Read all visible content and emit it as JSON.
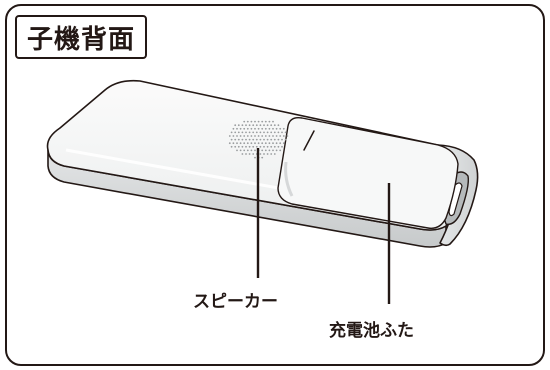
{
  "title": "子機背面",
  "labels": {
    "speaker": "スピーカー",
    "battery_cover": "充電池ふた"
  },
  "colors": {
    "outline": "#231815",
    "body_fill": "#f4f5f5",
    "body_shade": "#dcdedf",
    "side_shade": "#c9cccd",
    "background": "#ffffff"
  }
}
